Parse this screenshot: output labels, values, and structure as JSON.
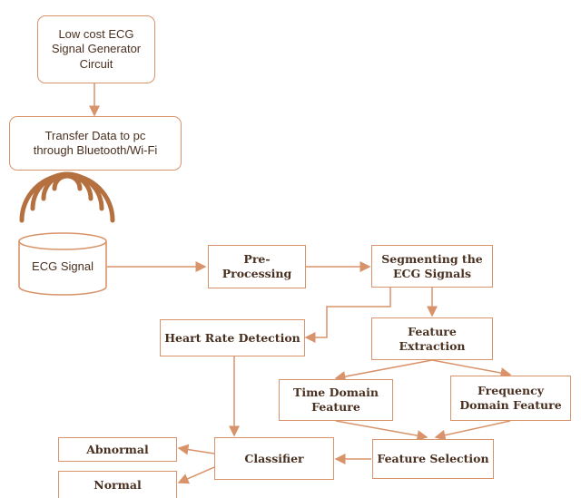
{
  "colors": {
    "accent": "#d9936a",
    "text": "#4a3020"
  },
  "nodes": {
    "generator": "Low cost ECG\nSignal Generator\nCircuit",
    "transfer": "Transfer Data to pc\nthrough Bluetooth/Wi-Fi",
    "ecg_signal": "ECG Signal",
    "preprocessing": "Pre-\nProcessing",
    "segmenting": "Segmenting the\nECG Signals",
    "heart_rate": "Heart Rate Detection",
    "feature_extraction": "Feature\nExtraction",
    "time_domain": "Time Domain\nFeature",
    "frequency_domain": "Frequency\nDomain Feature",
    "feature_selection": "Feature Selection",
    "classifier": "Classifier",
    "abnormal": "Abnormal",
    "normal": "Normal"
  },
  "icons": {
    "wireless": "wifi-signal-icon",
    "database": "database-cylinder-icon"
  }
}
